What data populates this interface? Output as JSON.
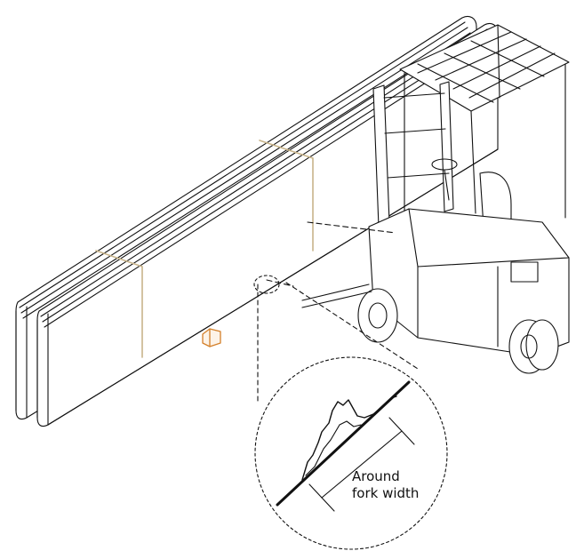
{
  "callout": {
    "line1": "Around",
    "line2": "fork width"
  },
  "colors": {
    "ink": "#111111",
    "strap": "#c8b48a",
    "block": "#d4802a",
    "background": "#ffffff"
  },
  "icons": {
    "vehicle": "forklift-icon",
    "load": "stacked-panels",
    "detail": "magnifier-circle"
  }
}
